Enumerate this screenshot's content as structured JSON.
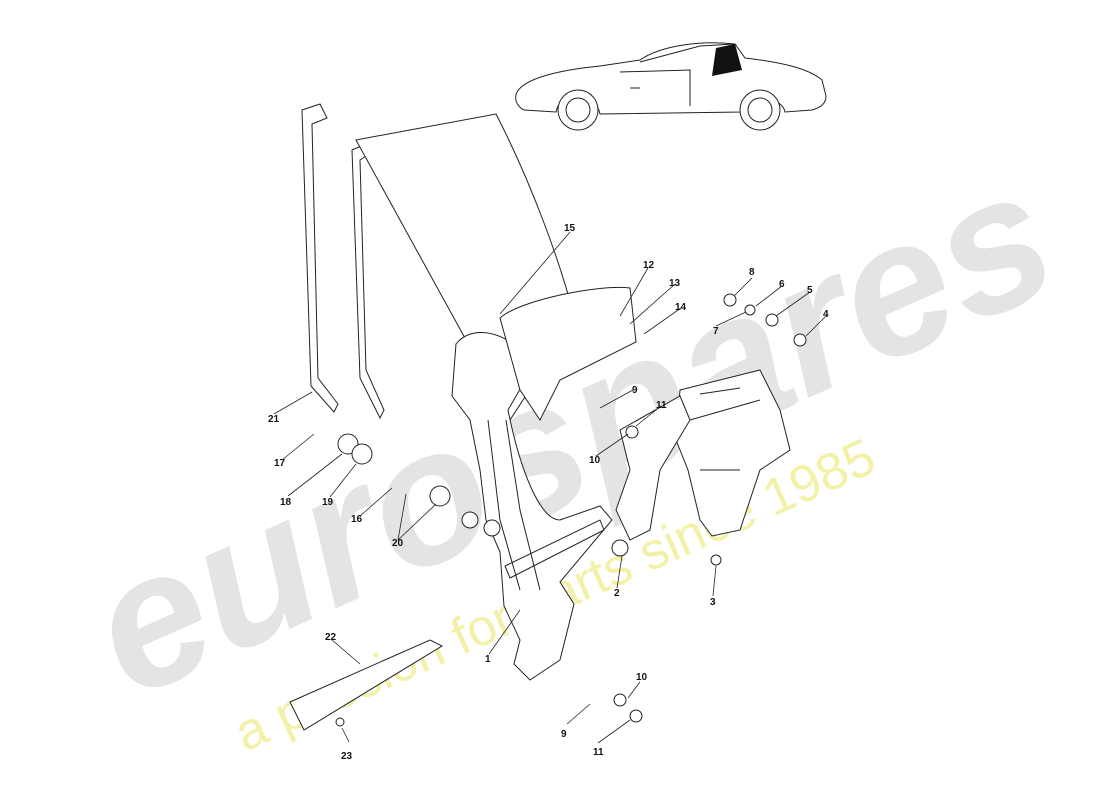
{
  "watermark": {
    "brand": "eurospares",
    "tagline": "a passion for parts since 1985",
    "brand_color": "#e4e4e4",
    "tagline_color": "#f3f1a8"
  },
  "callouts": [
    {
      "id": "c1",
      "text": "1"
    },
    {
      "id": "c2",
      "text": "2"
    },
    {
      "id": "c3",
      "text": "3"
    },
    {
      "id": "c4",
      "text": "4"
    },
    {
      "id": "c5",
      "text": "5"
    },
    {
      "id": "c6",
      "text": "6"
    },
    {
      "id": "c7",
      "text": "7"
    },
    {
      "id": "c8",
      "text": "8"
    },
    {
      "id": "c9a",
      "text": "9"
    },
    {
      "id": "c9b",
      "text": "9"
    },
    {
      "id": "c10a",
      "text": "10"
    },
    {
      "id": "c10b",
      "text": "10"
    },
    {
      "id": "c11a",
      "text": "11"
    },
    {
      "id": "c11b",
      "text": "11"
    },
    {
      "id": "c12",
      "text": "12"
    },
    {
      "id": "c13",
      "text": "13"
    },
    {
      "id": "c14",
      "text": "14"
    },
    {
      "id": "c15",
      "text": "15"
    },
    {
      "id": "c16",
      "text": "16"
    },
    {
      "id": "c17",
      "text": "17"
    },
    {
      "id": "c18",
      "text": "18"
    },
    {
      "id": "c19",
      "text": "19"
    },
    {
      "id": "c20",
      "text": "20"
    },
    {
      "id": "c21",
      "text": "21"
    },
    {
      "id": "c22",
      "text": "22"
    },
    {
      "id": "c23",
      "text": "23"
    }
  ]
}
